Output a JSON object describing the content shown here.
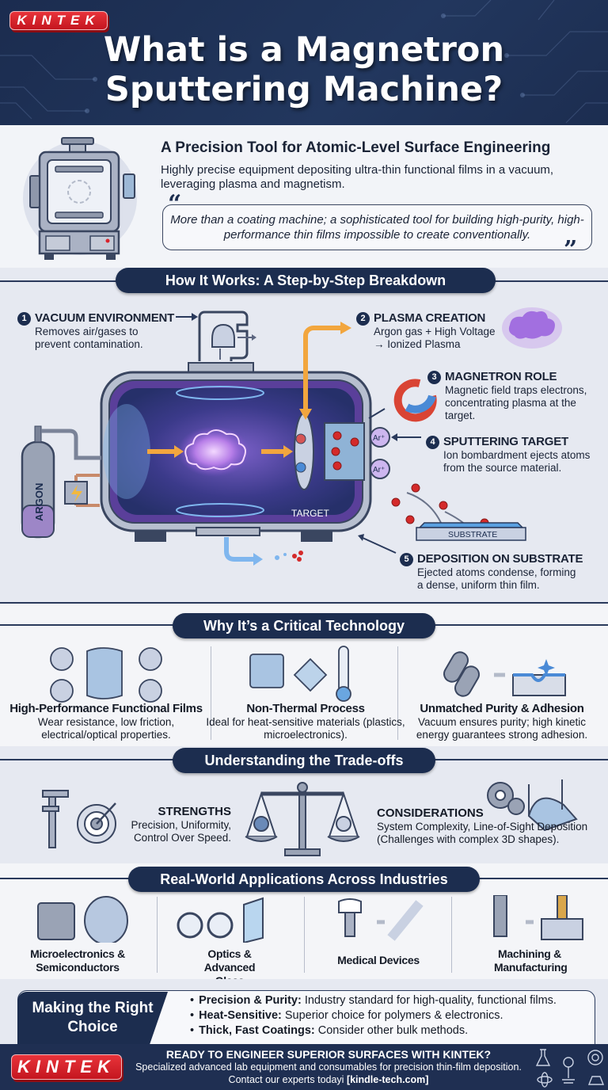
{
  "brand": {
    "logo": "KINTEK",
    "accent": "#d9232b",
    "navy": "#1c2d4f"
  },
  "header": {
    "title_line1": "What is a Magnetron",
    "title_line2": "Sputtering Machine?"
  },
  "intro": {
    "heading": "A Precision Tool for Atomic-Level Surface Engineering",
    "description": "Highly precise equipment depositing ultra-thin functional films in a vacuum, leveraging plasma and magnetism.",
    "quote": "More than a coating machine; a sophisticated tool for building high-purity, high-performance thin films impossible to create conventionally.",
    "open_quote": "“",
    "close_quote": "”"
  },
  "how_it_works": {
    "title": "How It Works: A Step-by-Step Breakdown",
    "steps": [
      {
        "num": "1",
        "title": "VACUUM ENVIRONMENT",
        "text": "Removes air/gases to prevent contamination."
      },
      {
        "num": "2",
        "title": "PLASMA CREATION",
        "text": "Argon gas + High Voltage → Ionized Plasma"
      },
      {
        "num": "3",
        "title": "MAGNETRON ROLE",
        "text": "Magnetic field traps electrons, concentrating plasma at the target."
      },
      {
        "num": "4",
        "title": "SPUTTERING TARGET",
        "text": "Ion bombardment ejects atoms from the source material."
      },
      {
        "num": "5",
        "title": "DEPOSITION ON SUBSTRATE",
        "text": "Ejected atoms condense, forming a dense, uniform thin film."
      }
    ],
    "labels": {
      "argon": "ARGON",
      "target": "TARGET",
      "substrate": "SUBSTRATE",
      "ion": "Ar⁺"
    }
  },
  "why": {
    "title": "Why It’s a Critical Technology",
    "items": [
      {
        "title": "High-Performance Functional Films",
        "text": "Wear resistance, low friction, electrical/optical properties."
      },
      {
        "title": "Non-Thermal Process",
        "text": "Ideal for heat-sensitive materials (plastics, microelectronics)."
      },
      {
        "title": "Unmatched Purity & Adhesion",
        "text": "Vacuum ensures purity; high kinetic energy guarantees strong adhesion."
      }
    ]
  },
  "tradeoffs": {
    "title": "Understanding the Trade-offs",
    "strengths": {
      "title": "STRENGTHS",
      "text": "Precision, Uniformity, Control Over Speed."
    },
    "considerations": {
      "title": "CONSIDERATIONS",
      "text": "System Complexity, Line-of-Sight Deposition (Challenges with complex 3D shapes)."
    }
  },
  "applications": {
    "title": "Real-World Applications Across Industries",
    "items": [
      {
        "label": "Microelectronics & Semiconductors"
      },
      {
        "label": "Optics & Advanced Glass"
      },
      {
        "label": "Medical Devices"
      },
      {
        "label": "Machining & Manufacturing"
      }
    ]
  },
  "choice": {
    "title": "Making the Right Choice",
    "bullets": [
      {
        "bold": "Precision & Purity:",
        "text": " Industry standard for high-quality, functional films."
      },
      {
        "bold": "Heat-Sensitive:",
        "text": " Superior choice for polymers & electronics."
      },
      {
        "bold": "Thick, Fast Coatings:",
        "text": " Consider other bulk methods."
      }
    ]
  },
  "footer": {
    "cta": "READY TO ENGINEER SUPERIOR SURFACES WITH KINTEK?",
    "text": "Specialized advanced lab equipment and consumables for precision thin-film deposition.",
    "contact_prefix": "Contact our experts todayi ",
    "contact_link": "[kindle-tech.com]"
  }
}
